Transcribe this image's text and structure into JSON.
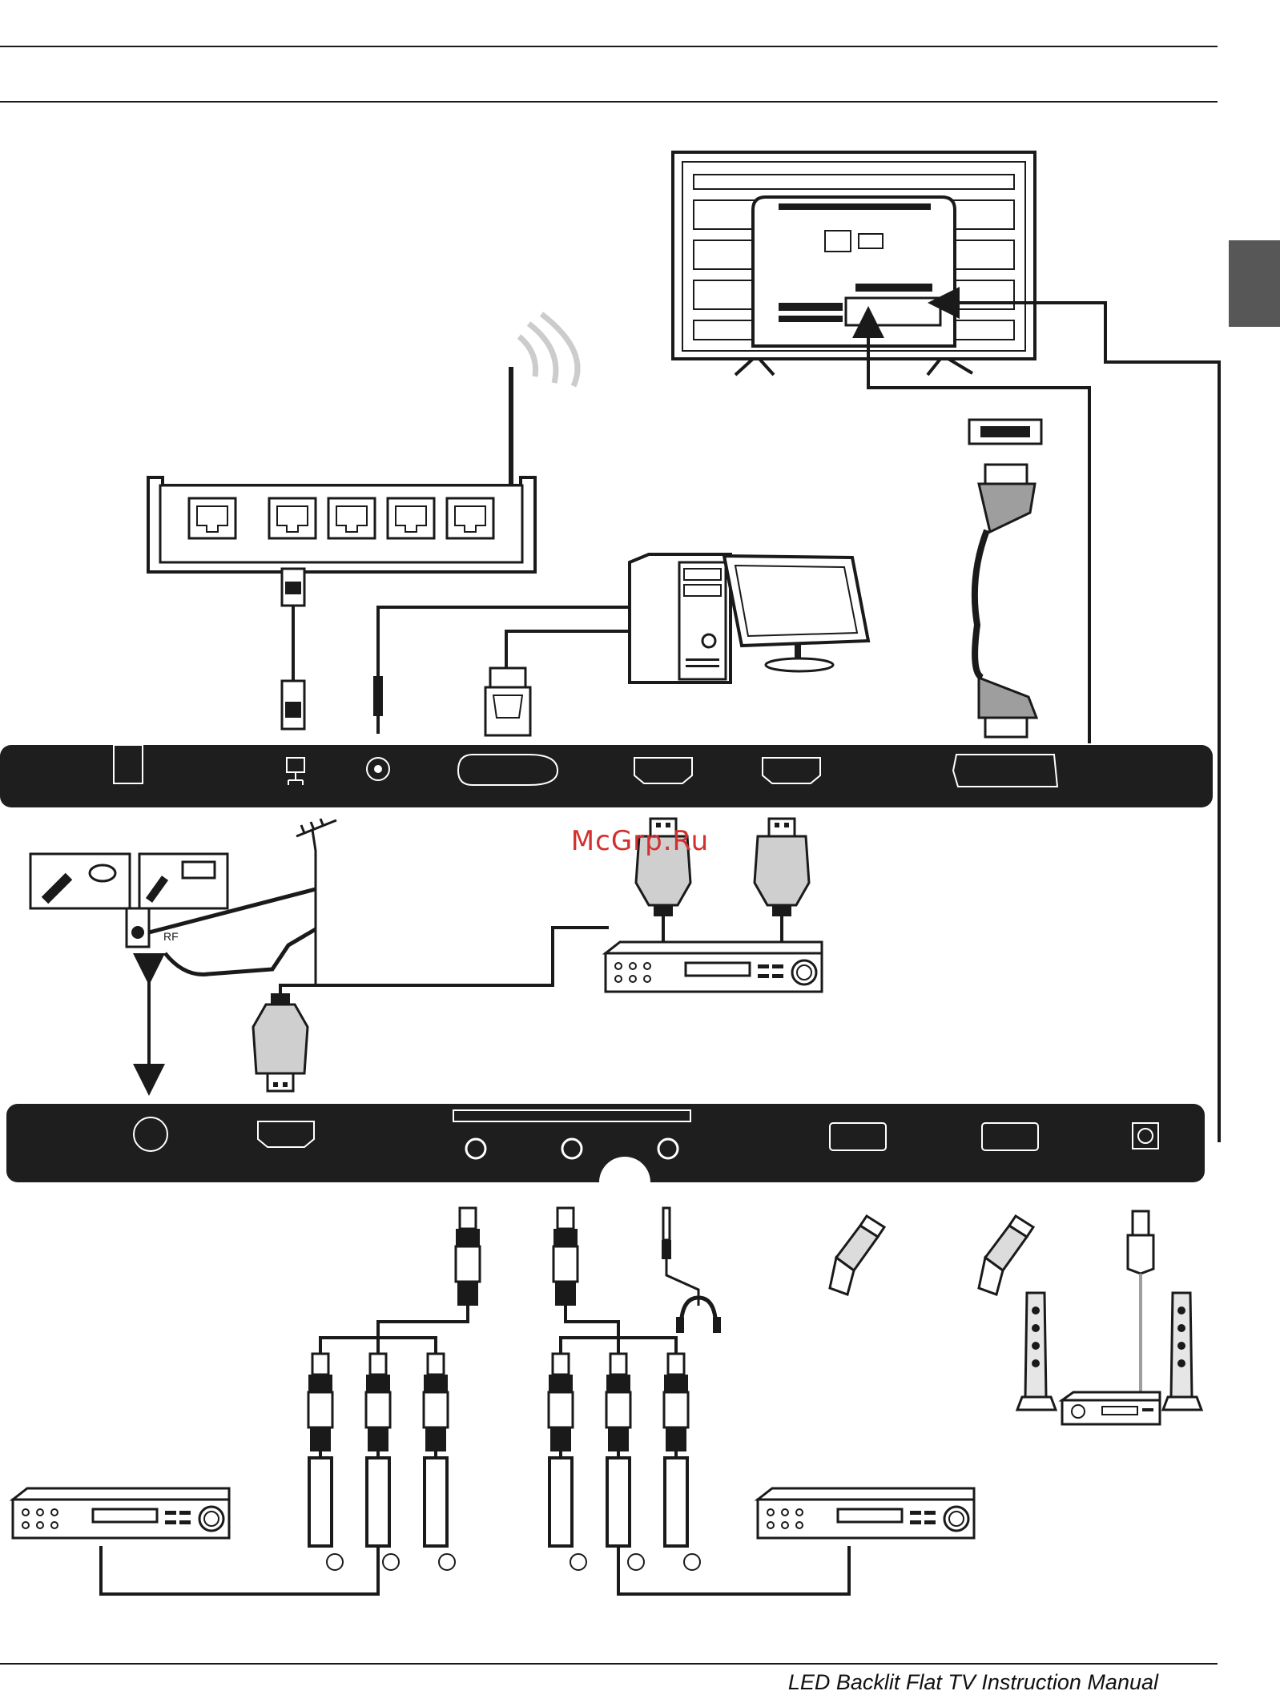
{
  "panel_labels": {
    "rf_label": "RF"
  },
  "watermark": {
    "text": "McGrp.Ru",
    "color": "#d32f2f"
  },
  "footer": {
    "title": "LED Backlit Flat TV Instruction Manual"
  },
  "colors": {
    "panel": "#1e1e1e",
    "stroke": "#1a1a1a",
    "side_tab": "#575757"
  },
  "icons": [
    "tv-rear-icon",
    "router-icon",
    "pc-tower-icon",
    "monitor-icon",
    "scart-cable-icon",
    "lan-cable-icon",
    "audio-jack-icon",
    "vga-plug-icon",
    "hdmi-plug-icon",
    "antenna-icon",
    "set-top-box-icon",
    "usb-stick-icon",
    "headphones-icon",
    "rca-plug-icon",
    "optical-plug-icon",
    "speaker-icon",
    "dvd-player-icon"
  ]
}
